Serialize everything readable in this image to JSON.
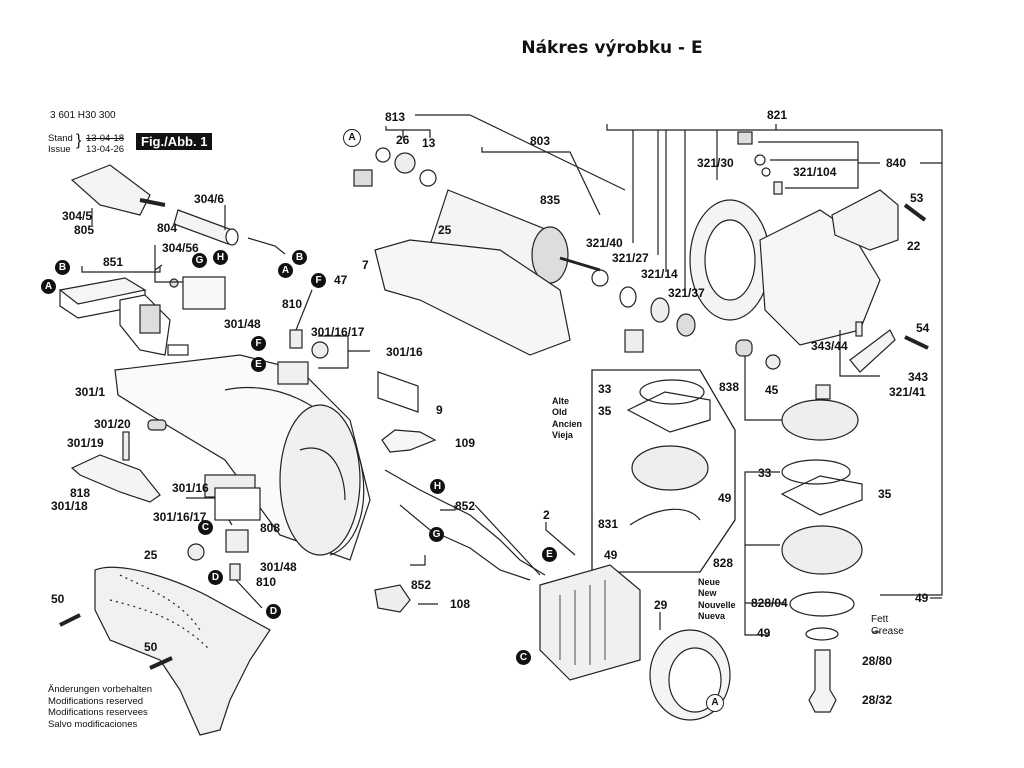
{
  "page_title": "Nákres výrobku - E",
  "header": {
    "part_number": "3 601 H30 300",
    "stand_label": "Stand",
    "issue_label": "Issue",
    "stand_date": "13-04-18",
    "issue_date": "13-04-26",
    "figure": "Fig./Abb. 1"
  },
  "footer_notes": [
    "Änderungen vorbehalten",
    "Modifications reserved",
    "Modifications reservees",
    "Salvo modificaciones"
  ],
  "old_version_label": [
    "Alte",
    "Old",
    "Ancien",
    "Vieja"
  ],
  "new_version_label": [
    "Neue",
    "New",
    "Nouvelle",
    "Nueva"
  ],
  "grease_label": [
    "Fett",
    "Grease"
  ],
  "connector_markers": [
    "A",
    "B",
    "C",
    "D",
    "E",
    "F",
    "G",
    "H"
  ],
  "part_labels": {
    "p304_5": "304/5",
    "p805": "805",
    "p304_6": "304/6",
    "p804": "804",
    "p304_56": "304/56",
    "p851": "851",
    "p810a": "810",
    "p301_48a": "301/48",
    "p301_16_17a": "301/16/17",
    "p301_16a": "301/16",
    "p47": "47",
    "p7": "7",
    "p301_1": "301/1",
    "p9": "9",
    "p109": "109",
    "p301_20": "301/20",
    "p301_19": "301/19",
    "p818": "818",
    "p301_18": "301/18",
    "p301_16b": "301/16",
    "p301_16_17b": "301/16/17",
    "p808": "808",
    "p301_48b": "301/48",
    "p810b": "810",
    "p25a": "25",
    "p50a": "50",
    "p50b": "50",
    "p813": "813",
    "p26": "26",
    "p13": "13",
    "p803": "803",
    "p835": "835",
    "p25b": "25",
    "p321_40": "321/40",
    "p321_27": "321/27",
    "p321_14": "321/14",
    "p321_37": "321/37",
    "p821": "821",
    "p321_30": "321/30",
    "p321_104": "321/104",
    "p840": "840",
    "p53": "53",
    "p22": "22",
    "p54": "54",
    "p343_44": "343/44",
    "p343": "343",
    "p321_41": "321/41",
    "p838": "838",
    "p45": "45",
    "p33a": "33",
    "p35a": "35",
    "p49a": "49",
    "p831": "831",
    "p49b": "49",
    "p33b": "33",
    "p35b": "35",
    "p828": "828",
    "p828_04": "828/04",
    "p49c": "49",
    "p49d": "49",
    "p28_80": "28/80",
    "p28_32": "28/32",
    "p29": "29",
    "p2": "2",
    "p852a": "852",
    "p852b": "852",
    "p108": "108"
  }
}
